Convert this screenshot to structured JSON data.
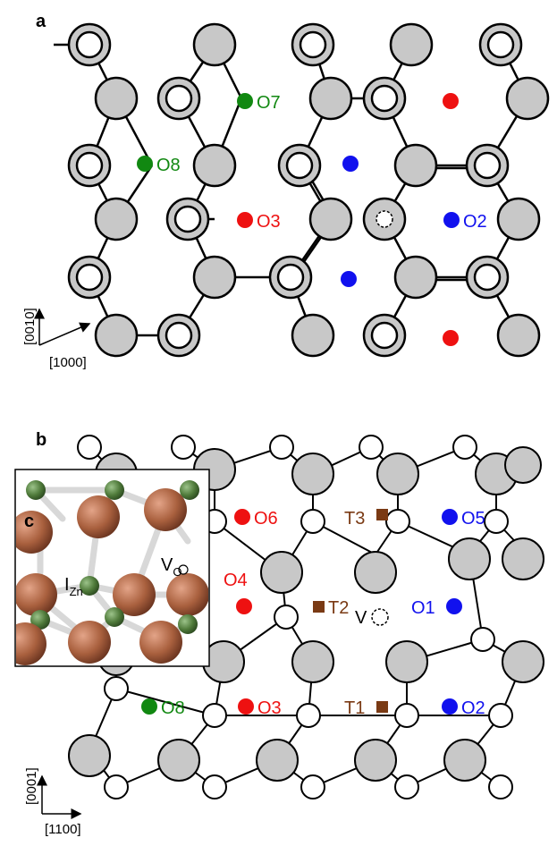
{
  "colors": {
    "gray_atom": "#c8c8c8",
    "red": "#ee1111",
    "blue": "#1111ee",
    "green": "#118811",
    "brown": "#7a3a14",
    "zn_atom": "#a9603e",
    "o_atom": "#4f7a3a",
    "bond": "#000000"
  },
  "panel_a": {
    "label": "a",
    "sites": {
      "o7": "O7",
      "o8": "O8",
      "o3": "O3",
      "o2": "O2"
    },
    "axes": {
      "vertical": "[0010]",
      "diagonal": "[1000]"
    }
  },
  "panel_b": {
    "label": "b",
    "sites": {
      "o6": "O6",
      "o5": "O5",
      "o4": "O4",
      "o1": "O1",
      "o8": "O8",
      "o3": "O3",
      "o2": "O2",
      "t3": "T3",
      "t2": "T2",
      "t1": "T1",
      "v": "V"
    },
    "axes": {
      "vertical": "[0001]",
      "horizontal": "[1100]"
    }
  },
  "inset_c": {
    "label": "c",
    "v_label": "V",
    "v_sub": "O",
    "i_label": "I",
    "i_sub": "Zn"
  }
}
